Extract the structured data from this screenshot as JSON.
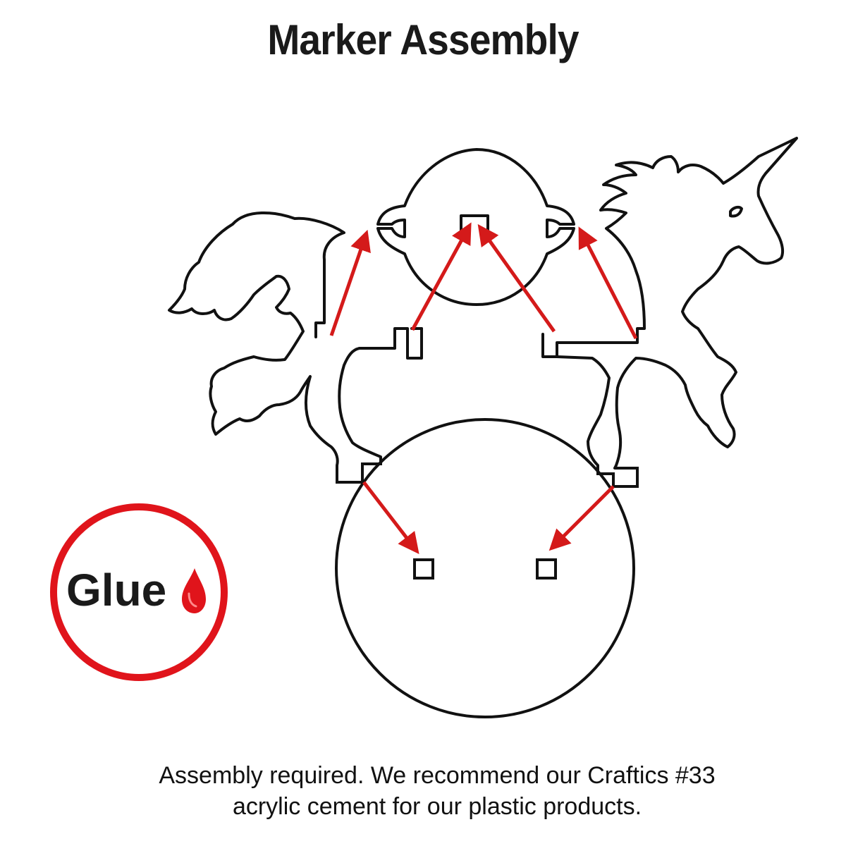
{
  "title": "Marker Assembly",
  "glue_badge": {
    "label": "Glue",
    "icon": "glue-drop-icon",
    "color": "#e0141b"
  },
  "caption": {
    "line1": "Assembly required. We recommend our Craftics #33",
    "line2": "acrylic cement for our plastic products."
  },
  "colors": {
    "outline": "#111111",
    "arrow": "#d41a1a",
    "badge_ring": "#e0141b"
  }
}
